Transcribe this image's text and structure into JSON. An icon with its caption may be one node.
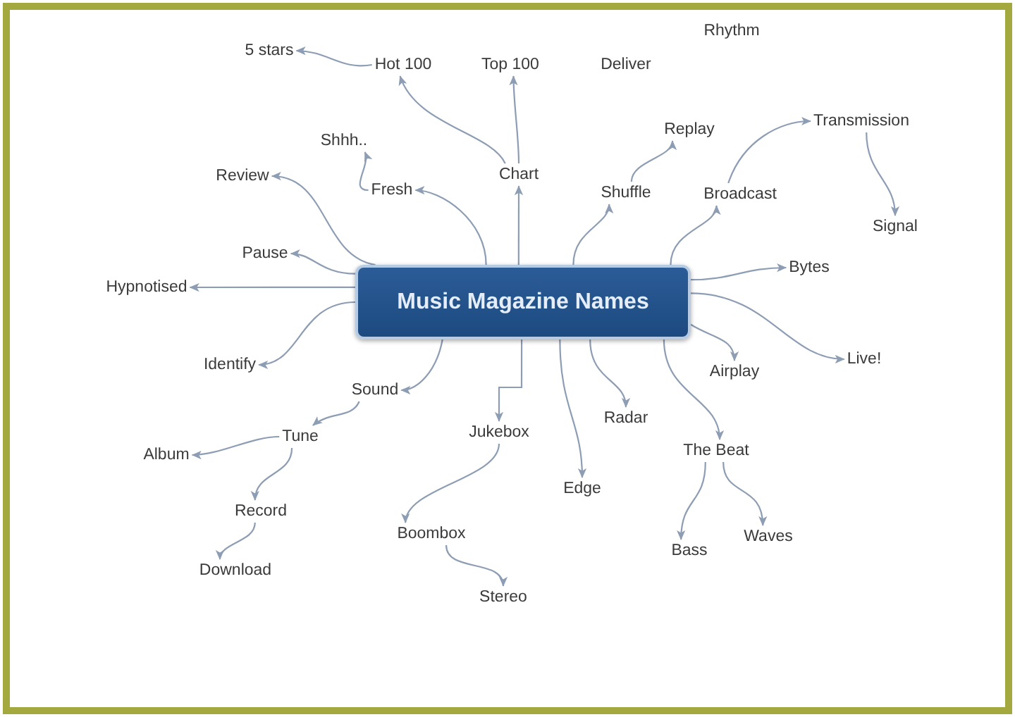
{
  "diagram": {
    "nodes": [
      {
        "text": [
          "Music Magazine Names"
        ]
      },
      {
        "text": [
          "Chart"
        ]
      },
      {
        "text": [
          "Top 100"
        ]
      },
      {
        "text": [
          "Hot 100"
        ]
      },
      {
        "text": [
          "5 stars"
        ]
      },
      {
        "text": [
          "Fresh"
        ]
      },
      {
        "text": [
          "Shhh.."
        ]
      },
      {
        "text": [
          "Review"
        ]
      },
      {
        "text": [
          "Pause"
        ]
      },
      {
        "text": [
          "Hypnotised"
        ]
      },
      {
        "text": [
          "Identify"
        ]
      },
      {
        "text": [
          "Sound"
        ]
      },
      {
        "text": [
          "Tune"
        ]
      },
      {
        "text": [
          "Album"
        ]
      },
      {
        "text": [
          "Record"
        ]
      },
      {
        "text": [
          "Download"
        ]
      },
      {
        "text": [
          "Jukebox"
        ]
      },
      {
        "text": [
          "Boombox"
        ]
      },
      {
        "text": [
          "Stereo"
        ]
      },
      {
        "text": [
          "Edge"
        ]
      },
      {
        "text": [
          "Radar"
        ]
      },
      {
        "text": [
          "The Beat"
        ]
      },
      {
        "text": [
          "Bass"
        ]
      },
      {
        "text": [
          "Waves"
        ]
      },
      {
        "text": [
          "Airplay"
        ]
      },
      {
        "text": [
          "Live!"
        ]
      },
      {
        "text": [
          "Bytes"
        ]
      },
      {
        "text": [
          "Broadcast"
        ]
      },
      {
        "text": [
          "Transmission"
        ]
      },
      {
        "text": [
          "Signal"
        ]
      },
      {
        "text": [
          "Shuffle"
        ]
      },
      {
        "text": [
          "Replay"
        ]
      }
    ],
    "edges": [
      {
        "from": 0,
        "to": 1,
        "arrow": "to"
      },
      {
        "from": 1,
        "to": 2,
        "arrow": "to"
      },
      {
        "from": 1,
        "to": 3,
        "arrow": "to"
      },
      {
        "from": 3,
        "to": 4,
        "arrow": "to"
      },
      {
        "from": 0,
        "to": 5,
        "arrow": "to"
      },
      {
        "from": 5,
        "to": 6,
        "arrow": "to"
      },
      {
        "from": 0,
        "to": 7,
        "arrow": "to"
      },
      {
        "from": 0,
        "to": 8,
        "arrow": "to"
      },
      {
        "from": 0,
        "to": 9,
        "arrow": "to"
      },
      {
        "from": 0,
        "to": 10,
        "arrow": "to"
      },
      {
        "from": 0,
        "to": 11,
        "arrow": "to"
      },
      {
        "from": 11,
        "to": 12,
        "arrow": "to"
      },
      {
        "from": 12,
        "to": 13,
        "arrow": "to"
      },
      {
        "from": 12,
        "to": 14,
        "arrow": "to"
      },
      {
        "from": 14,
        "to": 15,
        "arrow": "to"
      },
      {
        "from": 0,
        "to": 16,
        "arrow": "to"
      },
      {
        "from": 16,
        "to": 17,
        "arrow": "to"
      },
      {
        "from": 17,
        "to": 18,
        "arrow": "to"
      },
      {
        "from": 0,
        "to": 19,
        "arrow": "to"
      },
      {
        "from": 0,
        "to": 20,
        "arrow": "to"
      },
      {
        "from": 0,
        "to": 21,
        "arrow": "to"
      },
      {
        "from": 21,
        "to": 22,
        "arrow": "to"
      },
      {
        "from": 21,
        "to": 23,
        "arrow": "to"
      },
      {
        "from": 0,
        "to": 24,
        "arrow": "to"
      },
      {
        "from": 0,
        "to": 25,
        "arrow": "to"
      },
      {
        "from": 0,
        "to": 26,
        "arrow": "to"
      },
      {
        "from": 0,
        "to": 27,
        "arrow": "to"
      },
      {
        "from": 27,
        "to": 28,
        "arrow": "to"
      },
      {
        "from": 28,
        "to": 29,
        "arrow": "to"
      },
      {
        "from": 0,
        "to": 30,
        "arrow": "to"
      },
      {
        "from": 30,
        "to": 31,
        "arrow": "to"
      }
    ],
    "labels": [
      "Rhythm",
      "Deliver"
    ]
  }
}
